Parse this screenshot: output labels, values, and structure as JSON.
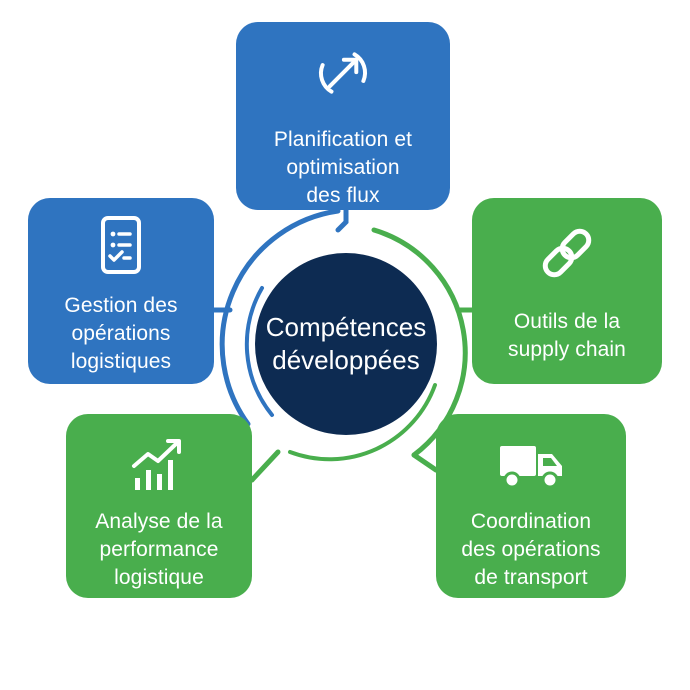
{
  "center": {
    "label": "Compétences\ndéveloppées",
    "color": "#0d2b52"
  },
  "colors": {
    "blue": "#2f74c0",
    "green": "#49ae4d",
    "blue_ring": "#2f74c0",
    "green_ring": "#49ae4d"
  },
  "cards": {
    "planning": {
      "label": "Planification et\noptimisation\ndes flux",
      "icon": "circular-arrows-icon"
    },
    "gestion": {
      "label": "Gestion des\nopérations\nlogistiques",
      "icon": "checklist-clipboard-icon"
    },
    "outils": {
      "label": "Outils de la\nsupply chain",
      "icon": "chain-link-icon"
    },
    "analyse": {
      "label": "Analyse de la\nperformance\nlogistique",
      "icon": "bar-chart-trend-icon"
    },
    "transport": {
      "label": "Coordination\ndes opérations\nde transport",
      "icon": "delivery-truck-icon"
    }
  }
}
